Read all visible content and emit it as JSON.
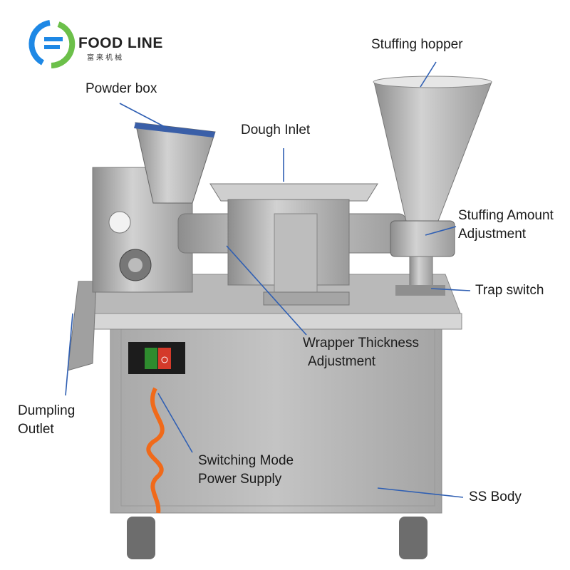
{
  "logo": {
    "name": "FOOD LINE",
    "subtitle": "富来机械",
    "colors": {
      "blue": "#1e88e5",
      "green": "#6cc04a"
    }
  },
  "labels": {
    "powder_box": "Powder box",
    "dough_inlet": "Dough Inlet",
    "stuffing_hopper": "Stuffing hopper",
    "stuffing_amount_1": "Stuffing Amount",
    "stuffing_amount_2": "Adjustment",
    "trap_switch": "Trap switch",
    "wrapper_thickness_1": "Wrapper Thickness",
    "wrapper_thickness_2": "Adjustment",
    "dumpling_outlet_1": "Dumpling",
    "dumpling_outlet_2": "Outlet",
    "power_supply_1": "Switching Mode",
    "power_supply_2": "Power Supply",
    "ss_body": "SS Body"
  },
  "leader_color": "#2f5fb3"
}
